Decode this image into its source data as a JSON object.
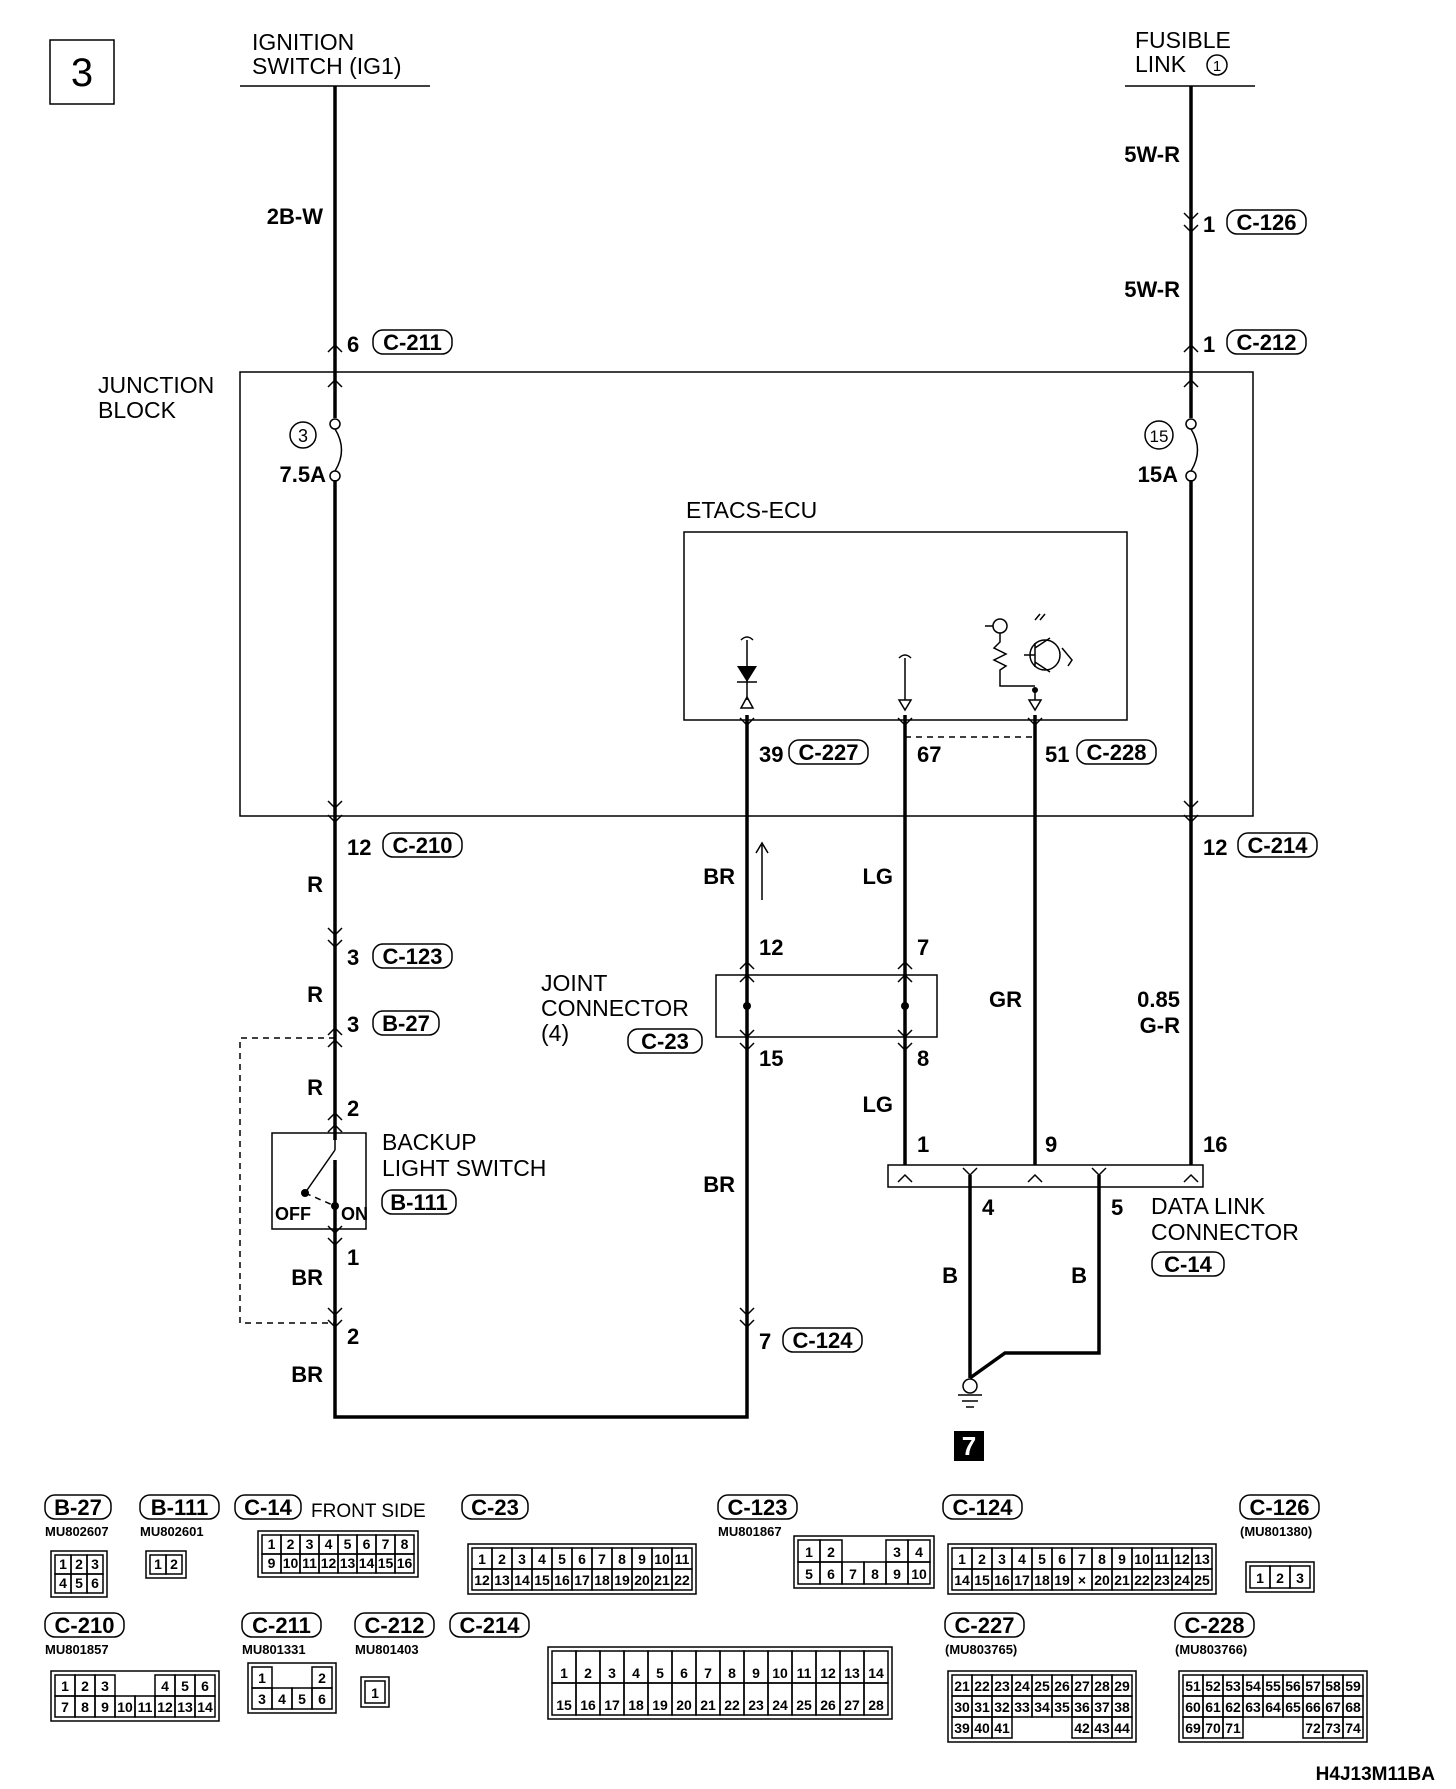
{
  "page_number": "3",
  "sources": {
    "ignition": [
      "IGNITION",
      "SWITCH (IG1)"
    ],
    "fusible": [
      "FUSIBLE",
      "LINK"
    ],
    "fusible_num": "1"
  },
  "junction_block": [
    "JUNCTION",
    "BLOCK"
  ],
  "fuses": [
    {
      "num": "3",
      "rating": "7.5A"
    },
    {
      "num": "15",
      "rating": "15A"
    }
  ],
  "ecu": "ETACS-ECU",
  "joint_connector": {
    "lines": [
      "JOINT",
      "CONNECTOR",
      "(4)"
    ],
    "id": "C-23"
  },
  "backup_switch": {
    "lines": [
      "BACKUP",
      "LIGHT SWITCH"
    ],
    "id": "B-111",
    "off": "OFF",
    "on": "ON"
  },
  "data_link": {
    "lines": [
      "DATA LINK",
      "CONNECTOR"
    ],
    "id": "C-14"
  },
  "wires": {
    "w2bw": "2B-W",
    "w5wr_a": "5W-R",
    "w5wr_b": "5W-R",
    "r1": "R",
    "r2": "R",
    "r3": "R",
    "br1": "BR",
    "br2": "BR",
    "br3": "BR",
    "br4": "BR",
    "lg1": "LG",
    "lg2": "LG",
    "gr": "GR",
    "gr_size": "0.85",
    "gr_color": "G-R",
    "b1": "B",
    "b2": "B"
  },
  "pins": {
    "p6": "6",
    "p1a": "1",
    "p1b": "1",
    "p12a": "12",
    "p12b": "12",
    "p3a": "3",
    "p3b": "3",
    "p2a": "2",
    "p1c": "1",
    "p2b": "2",
    "p39": "39",
    "p67": "67",
    "p51": "51",
    "p12j": "12",
    "p7j": "7",
    "p15j": "15",
    "p8j": "8",
    "p7b": "7",
    "d1": "1",
    "d9": "9",
    "d16": "16",
    "d4": "4",
    "d5": "5"
  },
  "conn_tags": {
    "c211": "C-211",
    "c126": "C-126",
    "c212": "C-212",
    "c210": "C-210",
    "c214": "C-214",
    "c123": "C-123",
    "b27": "B-27",
    "c227": "C-227",
    "c228": "C-228",
    "c124": "C-124"
  },
  "ground": "7",
  "legend": {
    "b27": {
      "name": "B-27",
      "part": "MU802607",
      "rows": [
        [
          "1",
          "2",
          "3"
        ],
        [
          "4",
          "5",
          "6"
        ]
      ]
    },
    "b111": {
      "name": "B-111",
      "part": "MU802601",
      "rows": [
        [
          "1",
          "2"
        ]
      ]
    },
    "c14": {
      "name": "C-14",
      "note": "FRONT SIDE",
      "rows": [
        [
          "1",
          "2",
          "3",
          "4",
          "5",
          "6",
          "7",
          "8"
        ],
        [
          "9",
          "10",
          "11",
          "12",
          "13",
          "14",
          "15",
          "16"
        ]
      ]
    },
    "c23": {
      "name": "C-23",
      "rows": [
        [
          "1",
          "2",
          "3",
          "4",
          "5",
          "6",
          "7",
          "8",
          "9",
          "10",
          "11"
        ],
        [
          "12",
          "13",
          "14",
          "15",
          "16",
          "17",
          "18",
          "19",
          "20",
          "21",
          "22"
        ]
      ]
    },
    "c123": {
      "name": "C-123",
      "part": "MU801867",
      "rows": [
        [
          "1",
          "2",
          "",
          "",
          "3",
          "4"
        ],
        [
          "5",
          "6",
          "7",
          "8",
          "9",
          "10"
        ]
      ]
    },
    "c124": {
      "name": "C-124",
      "rows": [
        [
          "1",
          "2",
          "3",
          "4",
          "5",
          "6",
          "7",
          "8",
          "9",
          "10",
          "11",
          "12",
          "13"
        ],
        [
          "14",
          "15",
          "16",
          "17",
          "18",
          "19",
          "×",
          "20",
          "21",
          "22",
          "23",
          "24",
          "25"
        ]
      ]
    },
    "c126": {
      "name": "C-126",
      "part": "(MU801380)",
      "rows": [
        [
          "1",
          "2",
          "3"
        ]
      ]
    },
    "c210": {
      "name": "C-210",
      "part": "MU801857",
      "rows": [
        [
          "1",
          "2",
          "3",
          "",
          "",
          "4",
          "5",
          "6"
        ],
        [
          "7",
          "8",
          "9",
          "10",
          "11",
          "12",
          "13",
          "14"
        ]
      ]
    },
    "c211": {
      "name": "C-211",
      "part": "MU801331",
      "rows": [
        [
          "1",
          "",
          "",
          "2"
        ],
        [
          "3",
          "4",
          "5",
          "6"
        ]
      ]
    },
    "c212": {
      "name": "C-212",
      "part": "MU801403",
      "rows": [
        [
          "1"
        ]
      ]
    },
    "c214": {
      "name": "C-214",
      "rows": [
        [
          "1",
          "2",
          "3",
          "4",
          "5",
          "6",
          "7",
          "8",
          "9",
          "10",
          "11",
          "12",
          "13",
          "14"
        ],
        [
          "15",
          "16",
          "17",
          "18",
          "19",
          "20",
          "21",
          "22",
          "23",
          "24",
          "25",
          "26",
          "27",
          "28"
        ]
      ]
    },
    "c227": {
      "name": "C-227",
      "part": "(MU803765)",
      "rows": [
        [
          "21",
          "22",
          "23",
          "24",
          "25",
          "26",
          "27",
          "28",
          "29"
        ],
        [
          "30",
          "31",
          "32",
          "33",
          "34",
          "35",
          "36",
          "37",
          "38"
        ],
        [
          "39",
          "40",
          "41",
          "",
          "",
          "",
          "42",
          "43",
          "44"
        ]
      ]
    },
    "c228": {
      "name": "C-228",
      "part": "(MU803766)",
      "rows": [
        [
          "51",
          "52",
          "53",
          "54",
          "55",
          "56",
          "57",
          "58",
          "59"
        ],
        [
          "60",
          "61",
          "62",
          "63",
          "64",
          "65",
          "66",
          "67",
          "68"
        ],
        [
          "69",
          "70",
          "71",
          "",
          "",
          "",
          "72",
          "73",
          "74"
        ]
      ]
    }
  },
  "code": "H4J13M11BA"
}
